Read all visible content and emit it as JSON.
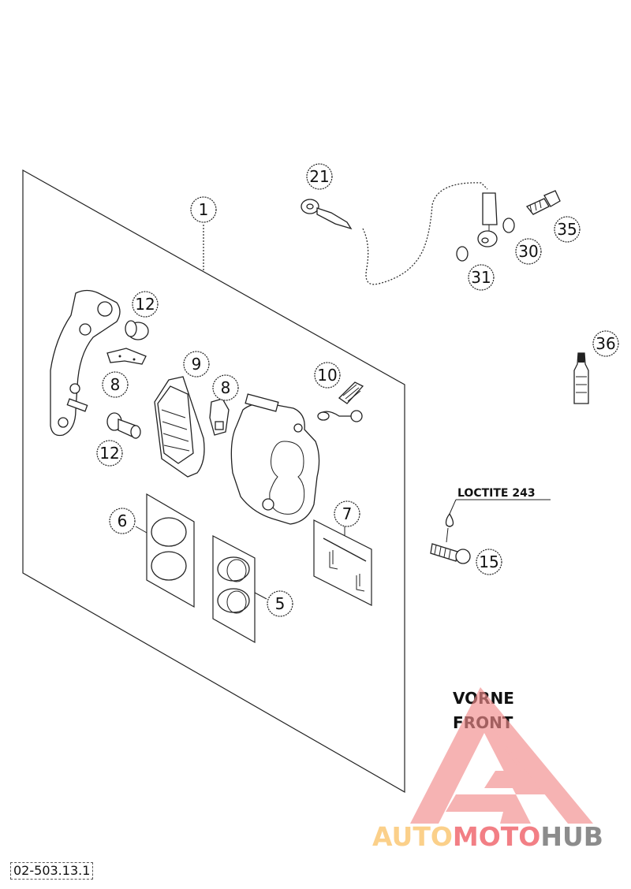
{
  "diagram": {
    "title": "Front brake caliper exploded parts diagram",
    "callouts": [
      {
        "id": "c1",
        "label": "1"
      },
      {
        "id": "c5",
        "label": "5"
      },
      {
        "id": "c6",
        "label": "6"
      },
      {
        "id": "c7",
        "label": "7"
      },
      {
        "id": "c8a",
        "label": "8"
      },
      {
        "id": "c8b",
        "label": "8"
      },
      {
        "id": "c9",
        "label": "9"
      },
      {
        "id": "c10",
        "label": "10"
      },
      {
        "id": "c12a",
        "label": "12"
      },
      {
        "id": "c12b",
        "label": "12"
      },
      {
        "id": "c15",
        "label": "15"
      },
      {
        "id": "c21",
        "label": "21"
      },
      {
        "id": "c30",
        "label": "30"
      },
      {
        "id": "c31",
        "label": "31"
      },
      {
        "id": "c35",
        "label": "35"
      },
      {
        "id": "c36",
        "label": "36"
      }
    ],
    "annotations": {
      "loctite": "LOCTITE 243",
      "direction_line1": "VORNE",
      "direction_line2": "FRONT"
    },
    "document_code": "02-503.13.1",
    "watermark": {
      "part1": "AUTO",
      "part2": "MOTO",
      "part3": "HUB",
      "colors": {
        "auto": "#fbd08a",
        "moto": "#f27f85",
        "hub": "#8c8c8c",
        "logo": "#f28b8b"
      }
    }
  }
}
